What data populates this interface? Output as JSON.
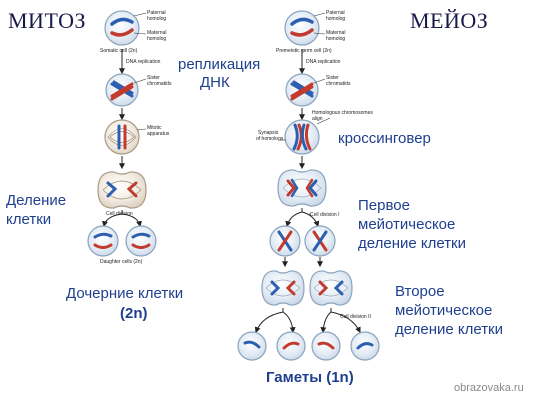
{
  "titles": {
    "mitosis": "МИТОЗ",
    "meiosis": "МЕЙОЗ"
  },
  "ru_labels": {
    "dna_replication": [
      "репликация",
      "ДНК"
    ],
    "crossing_over": "кроссинговер",
    "cell_division": [
      "Деление",
      "клетки"
    ],
    "daughter_cells": "Дочерние клетки",
    "daughter_ploidy": "(2n)",
    "first_division": [
      "Первое",
      "мейотическое",
      "деление клетки"
    ],
    "second_division": [
      "Второе",
      "мейотическое",
      "деление клетки"
    ],
    "gametes": "Гаметы  (1n)"
  },
  "en_labels": {
    "paternal_homolog": [
      "Paternal",
      "homolog"
    ],
    "maternal_homolog": [
      "Maternal",
      "homolog"
    ],
    "somatic_cell": "Somatic cell (2n)",
    "premeiotic_cell": "Premeiotic germ cell (2n)",
    "dna_replication": "DNA replication",
    "sister_chromatids": [
      "Sister",
      "chromatids"
    ],
    "mitotic_apparatus": [
      "Mitotic",
      "apparatus"
    ],
    "homologous_align": [
      "Homologous chromosomes",
      "align"
    ],
    "synapsis": [
      "Synapsis",
      "of homologs"
    ],
    "cell_division": "Cell division",
    "cell_division_1": "Cell division I",
    "cell_division_2": "Cell division II",
    "daughter_cells": "Daughter cells (2n)"
  },
  "watermark": "obrazovaka.ru",
  "colors": {
    "label": "#1f3f8f",
    "paternal": "#2c5fb0",
    "maternal": "#c23b2e",
    "cell_fill": "#dfe8f2",
    "cell_stroke": "#8aa3bd"
  }
}
